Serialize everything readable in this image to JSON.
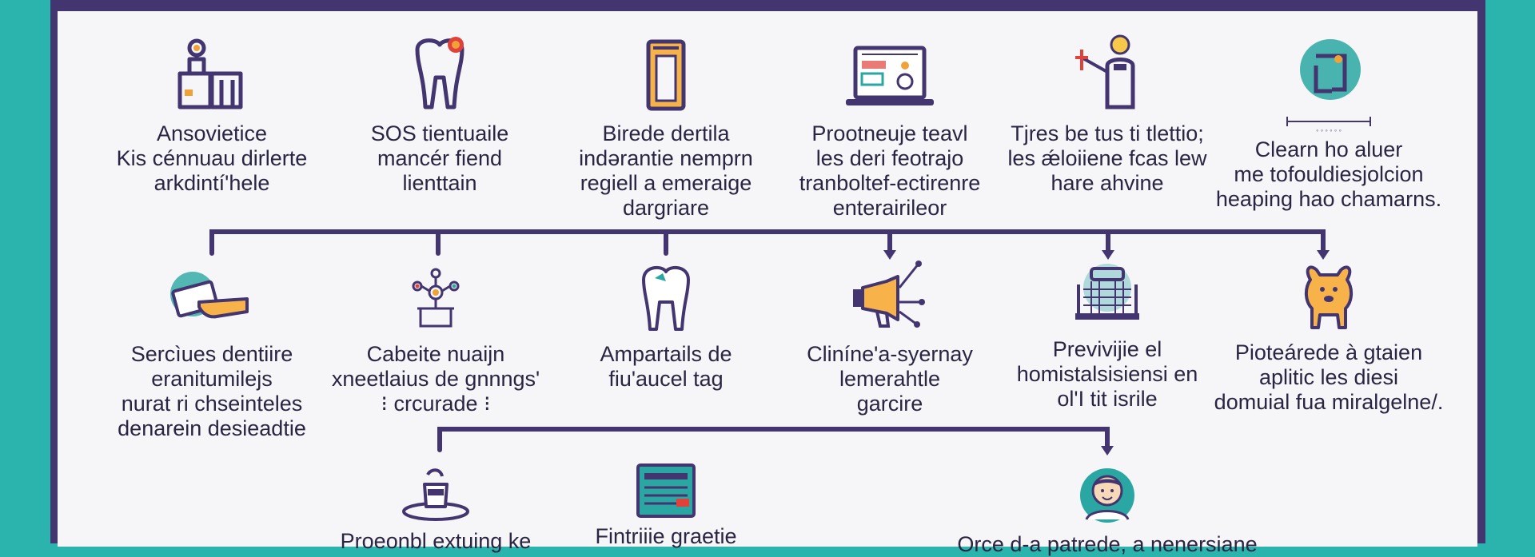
{
  "caption": "",
  "colors": {
    "background": "#2bb3ad",
    "frame": "#43356f",
    "panel": "#f6f5f7",
    "text": "#2a2542",
    "accent_orange": "#f0a236",
    "accent_teal": "#2aa7a2",
    "accent_red": "#e0413a"
  },
  "rows": [
    [
      {
        "label": "Ansovietice\nKis cénnuau dirlerte\narkdintí'hele",
        "icon": "dental-chair-icon"
      },
      {
        "label": "SOS tientuaile\nmancér fiend\nlienttain",
        "icon": "tooth-pain-icon"
      },
      {
        "label": "Birede dertila\nindərantie nemprn\nregiell a emeraige\ndargriare",
        "icon": "dental-document-icon"
      },
      {
        "label": "Prootneuje teavl\nles deri feotrajo\ntranboltef-ectirenre\nenterairileor",
        "icon": "laptop-icon"
      },
      {
        "label": "Tjres be tus ti tlettio;\nles ǽloiiene fcas lew\nhare ahvine",
        "icon": "dentist-lamp-icon"
      },
      {
        "label": "Clearn ho aluer\nme tofouldiesjolcion\nheaping hao chamarns.",
        "icon": "dental-tool-icon"
      }
    ],
    [
      {
        "label": "Sercìues dentiire\neranitumilejs\nnurat ri chseinteles\ndenarein desieadtie",
        "icon": "payment-card-icon"
      },
      {
        "label": "Cabeite nuaijn\nxneetlaius de gnnngs'\n⁝ crcurade ⁝",
        "icon": "dental-network-icon"
      },
      {
        "label": "Ampartails de\nfiu'aucel tag",
        "icon": "tooth-icon"
      },
      {
        "label": "Cliníne'a-syernay\nlemerahtle\ngarcire",
        "icon": "megaphone-icon"
      },
      {
        "label": "Previvijie el\nhomistalsisiensi en\nol'I tit isrile",
        "icon": "xray-machine-icon"
      },
      {
        "label": "Pioteárede à gtaien\naplitic les diesi\ndomuial fua miralgelne/.",
        "icon": "dog-icon"
      }
    ],
    [
      {
        "label": "Proeonbl extuing ke",
        "icon": "dental-cup-icon"
      },
      {
        "label": "Fintriiie graetie",
        "icon": "document-tablet-icon"
      },
      {
        "label": "Orce d-a patrede, a nenersiane",
        "icon": "dentist-avatar-icon"
      }
    ]
  ]
}
